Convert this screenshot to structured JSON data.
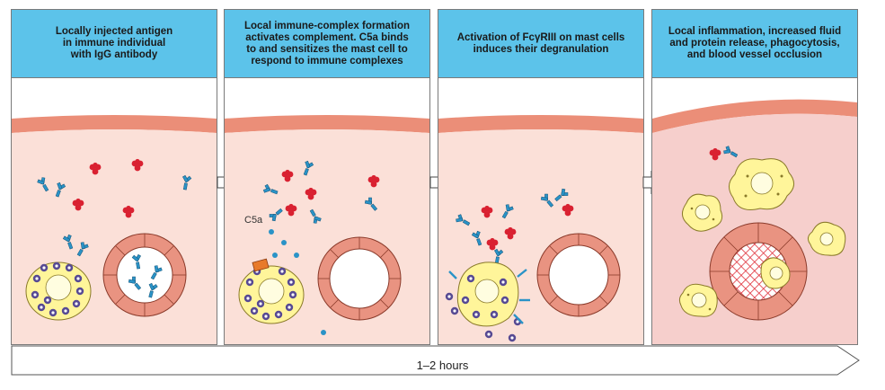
{
  "panels": [
    {
      "caption": "Locally injected antigen\nin immune individual\nwith IgG antibody"
    },
    {
      "caption": "Local immune-complex formation\nactivates complement. C5a binds\nto and sensitizes the mast cell to\nrespond to immune complexes"
    },
    {
      "caption": "Activation of FcγRIII on mast cells\ninduces their degranulation"
    },
    {
      "caption": "Local inflammation, increased fluid\nand protein release, phagocytosis,\nand blood vessel occlusion"
    }
  ],
  "labels": {
    "c5a": "C5a"
  },
  "timeline": {
    "label": "1–2 hours"
  },
  "colors": {
    "caption_bg": "#5cc3ea",
    "tissue": "#fbe0d8",
    "tissue_inflamed": "#f6cfcc",
    "skin_band": "#eb8e78",
    "antigen": "#d92131",
    "antibody": "#2a93c7",
    "mast_cell": "#fff59a",
    "granule": "#574a93",
    "vessel_wall": "#e99381"
  },
  "icons": [
    "antigen-icon",
    "antibody-icon",
    "mast-cell-icon",
    "blood-vessel-icon",
    "macrophage-icon",
    "arrow-right-icon"
  ]
}
